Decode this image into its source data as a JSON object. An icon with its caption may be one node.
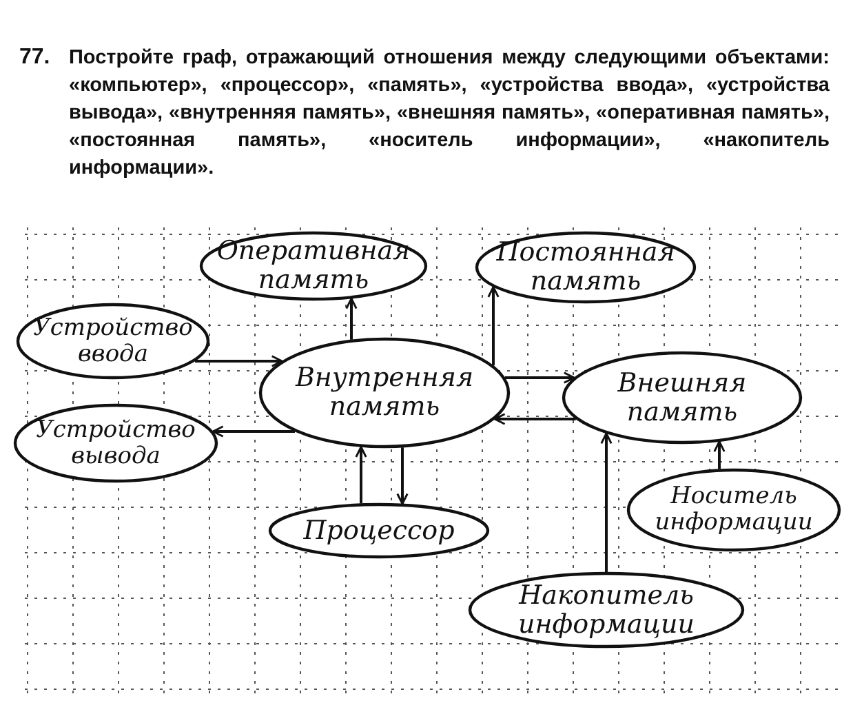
{
  "diagram": {
    "nodes": [
      {
        "text": [
          "Оперативная память"
        ]
      },
      {
        "text": [
          "Постоянная память"
        ]
      },
      {
        "text": [
          "Устройство ввода"
        ]
      },
      {
        "text": [
          "Внутренняя память"
        ]
      },
      {
        "text": [
          "Устройство вывода"
        ]
      },
      {
        "text": [
          "Внешняя память"
        ]
      },
      {
        "text": [
          "Процессор"
        ]
      },
      {
        "text": [
          "Носитель информации"
        ]
      },
      {
        "text": [
          "Накопитель информации"
        ]
      }
    ],
    "edges": [
      {
        "from": 2,
        "to": 3,
        "arrow": "to"
      },
      {
        "from": 3,
        "to": 4,
        "arrow": "to"
      },
      {
        "from": 3,
        "to": 0,
        "arrow": "to"
      },
      {
        "from": 3,
        "to": 1,
        "arrow": "to"
      },
      {
        "from": 3,
        "to": 5,
        "arrow": "to"
      },
      {
        "from": 5,
        "to": 3,
        "arrow": "to"
      },
      {
        "from": 6,
        "to": 3,
        "arrow": "to"
      },
      {
        "from": 3,
        "to": 6,
        "arrow": "to"
      },
      {
        "from": 8,
        "to": 5,
        "arrow": "to"
      },
      {
        "from": 7,
        "to": 5,
        "arrow": "to"
      }
    ],
    "labels": [
      "77.",
      "Постройте граф, отражающий отношения между следующими объектами: «компьютер», «процессор», «память», «устройства ввода», «устройства вывода», «внутренняя память», «внешняя память», «оперативная память», «постоянная память», «носитель информации», «накопитель информации»."
    ]
  }
}
